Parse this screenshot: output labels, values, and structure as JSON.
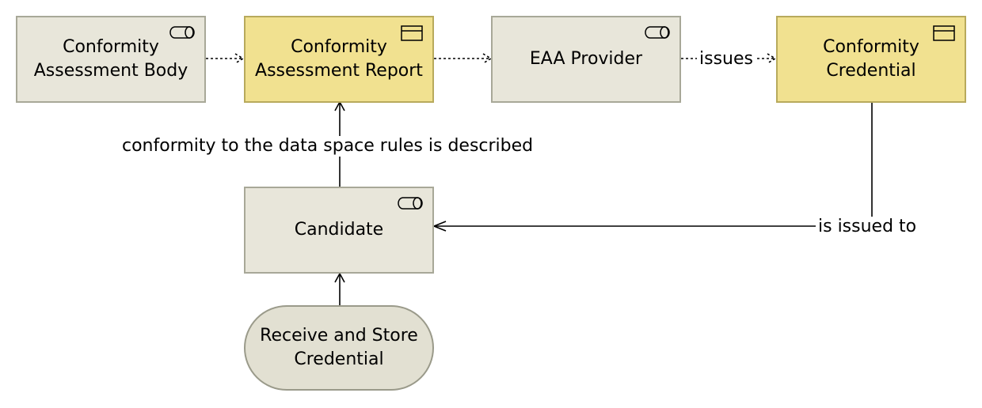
{
  "nodes": {
    "cab": {
      "label": "Conformity\nAssessment Body",
      "kind": "business-role",
      "icon": "role-icon"
    },
    "car": {
      "label": "Conformity\nAssessment Report",
      "kind": "business-object",
      "icon": "object-icon"
    },
    "eaa": {
      "label": "EAA Provider",
      "kind": "business-role",
      "icon": "role-icon"
    },
    "cc": {
      "label": "Conformity\nCredential",
      "kind": "business-object",
      "icon": "object-icon"
    },
    "candidate": {
      "label": "Candidate",
      "kind": "business-role",
      "icon": "role-icon"
    },
    "rsc": {
      "label": "Receive and Store\nCredential",
      "kind": "business-process"
    }
  },
  "edges": {
    "cab_car": {
      "from": "Conformity Assessment Body",
      "to": "Conformity Assessment Report",
      "style": "dotted"
    },
    "car_eaa": {
      "from": "Conformity Assessment Report",
      "to": "EAA Provider",
      "style": "dotted"
    },
    "eaa_cc": {
      "from": "EAA Provider",
      "to": "Conformity Credential",
      "style": "dotted",
      "label": "issues"
    },
    "cand_car": {
      "from": "Candidate",
      "to": "Conformity Assessment Report",
      "style": "solid",
      "label": "conformity to the data space rules is described"
    },
    "cc_cand": {
      "from": "Conformity Credential",
      "to": "Candidate",
      "style": "solid",
      "label": "is issued to"
    },
    "rsc_cand": {
      "from": "Receive and Store Credential",
      "to": "Candidate",
      "style": "solid"
    }
  },
  "colors": {
    "role_fill": "#e8e6da",
    "object_fill": "#f1e190",
    "process_fill": "#e2e0d2",
    "line": "#000000"
  }
}
